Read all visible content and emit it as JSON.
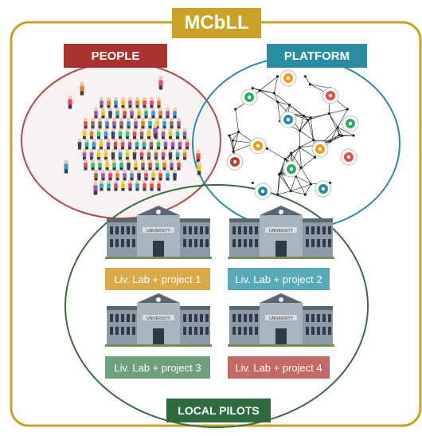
{
  "title": "MCbLL",
  "sections": {
    "people": "PEOPLE",
    "platform": "PLATFORM",
    "local_pilots": "LOCAL PILOTS"
  },
  "building_sign": "UNIVERSITY",
  "pilots": [
    {
      "label": "Liv. Lab + project 1",
      "color": "#d9a94a"
    },
    {
      "label": "Liv. Lab + project 2",
      "color": "#5aa9b8"
    },
    {
      "label": "Liv. Lab + project 3",
      "color": "#6fa07e"
    },
    {
      "label": "Liv. Lab + project 4",
      "color": "#c46a66"
    }
  ],
  "colors": {
    "frame": "#c9a227",
    "title_bg": "#c9a227",
    "people_bg": "#a8322e",
    "platform_bg": "#2a8ca3",
    "pilots_bg": "#2e6b3f",
    "people_circle": "#b14b47",
    "platform_circle": "#2a8ca3",
    "pilots_circle": "#3b6b45"
  },
  "icons": [
    "folder-icon",
    "users-icon",
    "home-icon",
    "chart-icon",
    "chat-icon",
    "monitor-icon",
    "cloud-icon",
    "gear-icon",
    "clock-icon",
    "wifi-icon",
    "share-icon",
    "tools-icon"
  ]
}
